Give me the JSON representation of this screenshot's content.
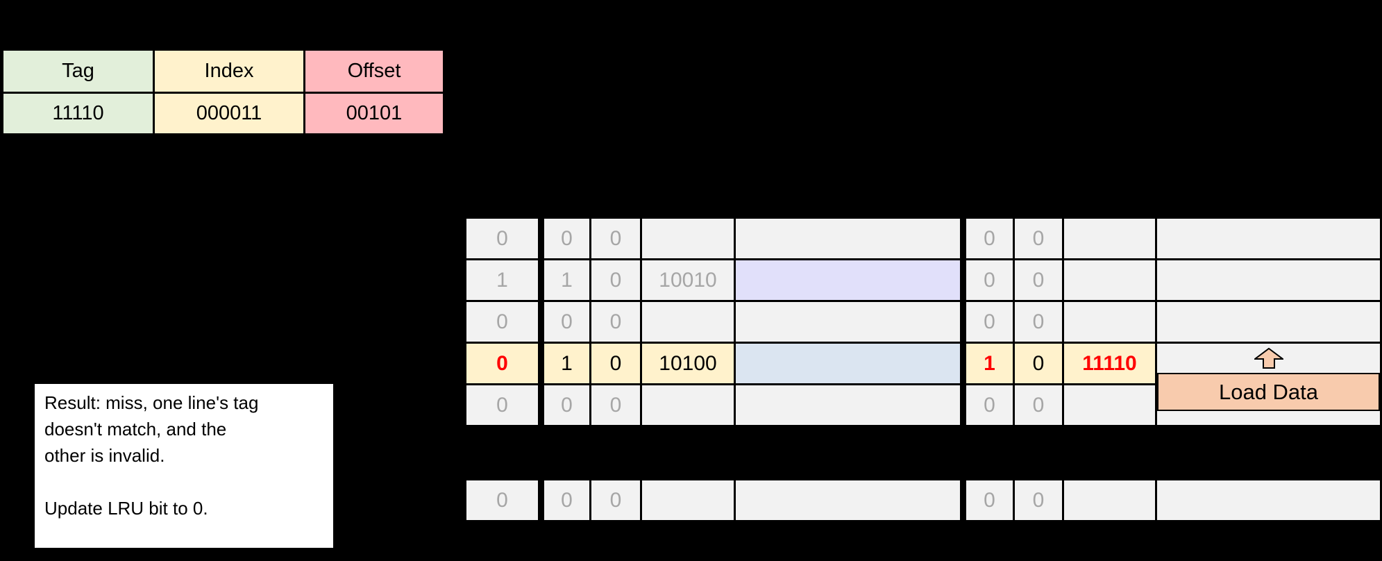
{
  "address_table": {
    "columns": [
      {
        "label": "Tag",
        "value": "11110"
      },
      {
        "label": "Index",
        "value": "000011"
      },
      {
        "label": "Offset",
        "value": "00101"
      }
    ]
  },
  "cache_table": {
    "sets": [
      {
        "lru": "0",
        "way0": {
          "valid": "0",
          "dirty": "0",
          "tag": "",
          "data": ""
        },
        "way1": {
          "valid": "0",
          "dirty": "0",
          "tag": "",
          "data": ""
        }
      },
      {
        "lru": "1",
        "way0": {
          "valid": "1",
          "dirty": "0",
          "tag": "10010",
          "data": ""
        },
        "way1": {
          "valid": "0",
          "dirty": "0",
          "tag": "",
          "data": ""
        }
      },
      {
        "lru": "0",
        "way0": {
          "valid": "0",
          "dirty": "0",
          "tag": "",
          "data": ""
        },
        "way1": {
          "valid": "0",
          "dirty": "0",
          "tag": "",
          "data": ""
        }
      },
      {
        "lru": "0",
        "way0": {
          "valid": "1",
          "dirty": "0",
          "tag": "10100",
          "data": ""
        },
        "way1": {
          "valid": "1",
          "dirty": "0",
          "tag": "11110",
          "data": ""
        }
      },
      {
        "lru": "0",
        "way0": {
          "valid": "0",
          "dirty": "0",
          "tag": "",
          "data": ""
        },
        "way1": {
          "valid": "0",
          "dirty": "0",
          "tag": "",
          "data": ""
        }
      }
    ],
    "last_set": {
      "lru": "0",
      "way0": {
        "valid": "0",
        "dirty": "0",
        "tag": "",
        "data": ""
      },
      "way1": {
        "valid": "0",
        "dirty": "0",
        "tag": "",
        "data": ""
      }
    },
    "load_data": {
      "label": "Load Data",
      "arrow_icon": "up-block-arrow"
    }
  },
  "note_box": {
    "lines": [
      "Result: miss, one line's tag",
      "doesn't match, and the",
      "other is invalid.",
      "",
      "Update LRU bit to 0."
    ]
  },
  "colors": {
    "bg": "#000000",
    "cell": "#F2F2F2",
    "muted": "#A6A6A6",
    "ink": "#000000",
    "red": "#FF0000",
    "highlight": "#FFF2CC",
    "lavender": "#E1E0FA",
    "lightblue": "#DBE5F1",
    "peach": "#F8CBAD",
    "green": "#E2EFDA",
    "yellow": "#FFF2CC",
    "pink": "#FFB9BE",
    "white": "#FFFFFF"
  }
}
